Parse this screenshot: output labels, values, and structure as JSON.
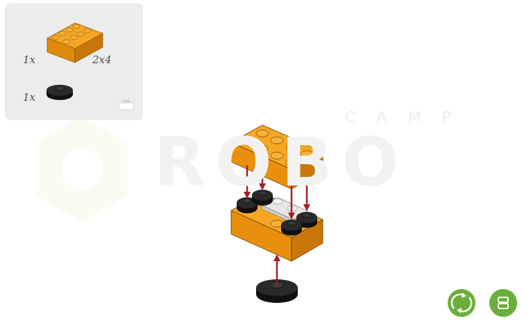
{
  "diagram": {
    "labels": [
      "1x",
      "2x4",
      "1x",
      "CAMP",
      "ROBO"
    ]
  }
}
